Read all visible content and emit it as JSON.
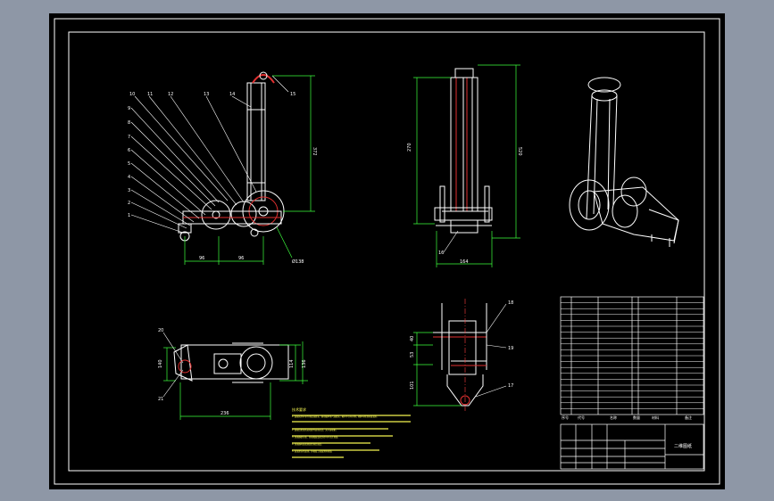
{
  "drawing": {
    "background_color": "#000000",
    "viewport_color": "#8e97a6",
    "line_color": "#ffffff",
    "dimension_color": "#3dff3d",
    "hidden_color": "#e23030",
    "centerline_color": "#ff4040",
    "text_color": "#ffff55"
  },
  "front_view": {
    "leaders": [
      "10",
      "11",
      "12",
      "13",
      "14",
      "9",
      "8",
      "7",
      "6",
      "5",
      "4",
      "3",
      "2",
      "1",
      "15"
    ],
    "dim_height": "372",
    "dim_left": "96",
    "dim_right": "96",
    "dim_diameter": "Ø138"
  },
  "side_view": {
    "dim_left": "270",
    "dim_right": "520",
    "dim_bottom": "164",
    "leader": "16"
  },
  "top_view": {
    "leaders": [
      "20",
      "21"
    ],
    "dim_left": "140",
    "dim_right_a": "114",
    "dim_right_b": "136",
    "dim_bottom": "236"
  },
  "section_view": {
    "leaders": [
      "18",
      "19",
      "17"
    ],
    "dims": [
      "40",
      "53",
      "101"
    ]
  },
  "tech_notes": {
    "title": "技术要求",
    "lines": [
      "1. 装配前所有零件用煤油清洗，滚动轴承用汽油清洗，箱内不许有杂物，箱体内壁涂耐油油漆。",
      "2. 装配后检查各运动部件运动灵活，无卡滞现象。",
      "3. 减速器剖分面、各接触面及密封处均不允许漏油。",
      "4. 减速器内装润滑油至规定高度。",
      "5. 表面涂灰色油漆，外露加工表面涂防锈油。"
    ]
  },
  "parts_table": {
    "rows": 20,
    "header": [
      "序号",
      "代号",
      "名称",
      "数量",
      "材料",
      "备注"
    ]
  },
  "title_block": {
    "name": "二维图纸"
  }
}
